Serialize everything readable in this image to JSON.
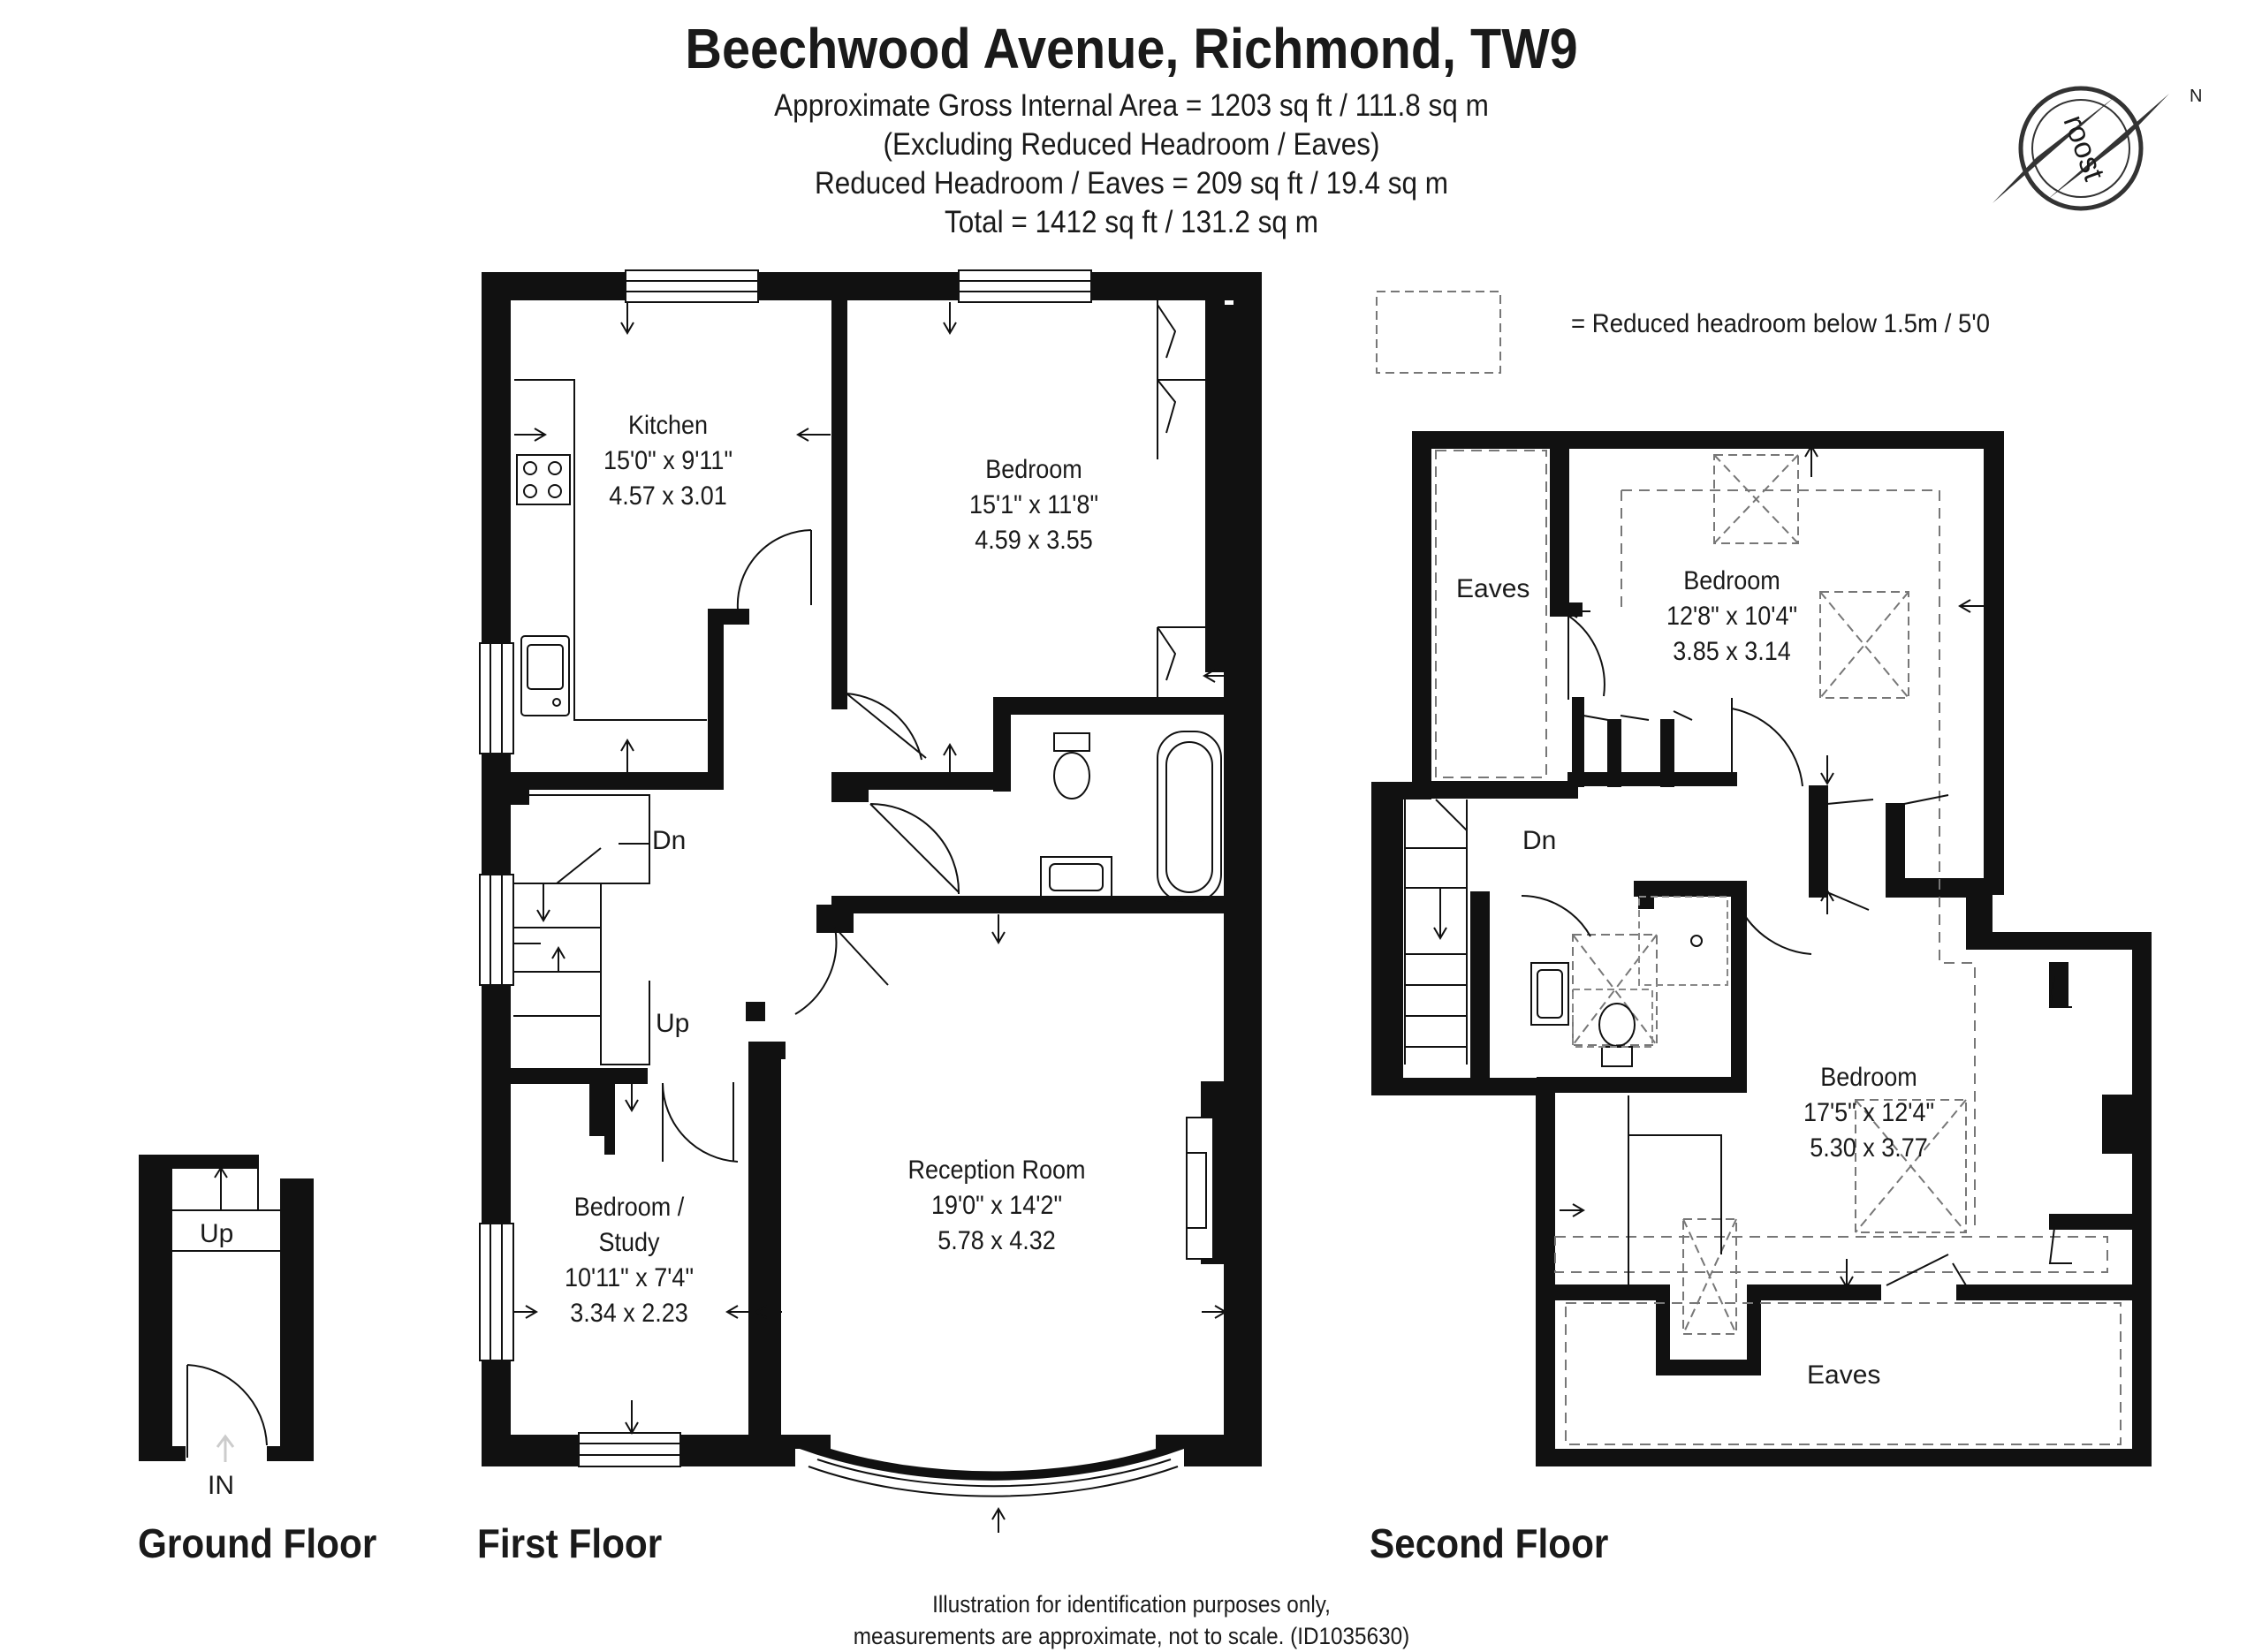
{
  "header": {
    "title": "Beechwood Avenue, Richmond, TW9",
    "gross_area": "Approximate Gross Internal Area =  1203 sq ft / 111.8 sq m",
    "excluding": "(Excluding Reduced Headroom / Eaves)",
    "reduced": "Reduced Headroom / Eaves =  209 sq ft / 19.4 sq m",
    "total": "Total = 1412 sq ft / 131.2 sq m"
  },
  "legend": {
    "text": "= Reduced headroom below 1.5m / 5'0"
  },
  "logo": {
    "text": "roost",
    "north": "N"
  },
  "floors": {
    "ground": {
      "name": "Ground Floor",
      "up": "Up",
      "entrance": "IN"
    },
    "first": {
      "name": "First Floor",
      "dn": "Dn",
      "up": "Up",
      "kitchen": {
        "name": "Kitchen",
        "imperial": "15'0\" x 9'11\"",
        "metric": "4.57 x 3.01"
      },
      "bedroom": {
        "name": "Bedroom",
        "imperial": "15'1\" x 11'8\"",
        "metric": "4.59 x 3.55"
      },
      "study": {
        "name": "Bedroom /",
        "name2": "Study",
        "imperial": "10'11\" x 7'4\"",
        "metric": "3.34 x 2.23"
      },
      "reception": {
        "name": "Reception Room",
        "imperial": "19'0\" x 14'2\"",
        "metric": "5.78 x 4.32"
      }
    },
    "second": {
      "name": "Second Floor",
      "dn": "Dn",
      "eaves_left": "Eaves",
      "eaves_bottom": "Eaves",
      "bedroom_upper": {
        "name": "Bedroom",
        "imperial": "12'8\" x 10'4\"",
        "metric": "3.85 x 3.14"
      },
      "bedroom_lower": {
        "name": "Bedroom",
        "imperial": "17'5\" x 12'4\"",
        "metric": "5.30 x 3.77"
      }
    }
  },
  "footer": {
    "line1": "Illustration for identification purposes only,",
    "line2": "measurements are approximate, not to scale. (ID1035630)"
  }
}
